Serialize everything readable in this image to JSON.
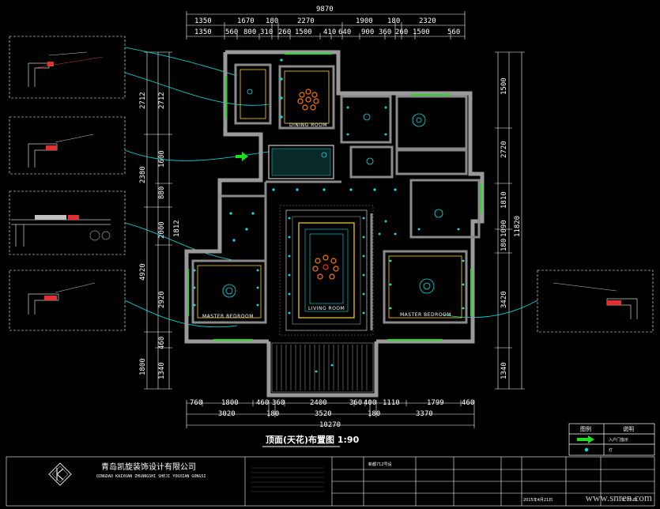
{
  "drawing": {
    "title": "顶面(天花)布置图 1:90",
    "dims_top_total": "9870",
    "dims_top_row1": [
      "1350",
      "1670",
      "180",
      "2270",
      "1900",
      "180",
      "2320"
    ],
    "dims_top_row2": [
      "1350",
      "560",
      "800",
      "310",
      "260",
      "1500",
      "410",
      "640",
      "900",
      "360",
      "260",
      "1500",
      "560"
    ],
    "dims_bottom_row1": [
      "760",
      "1800",
      "460",
      "360",
      "2400",
      "360",
      "400",
      "1110",
      "1799",
      "460"
    ],
    "dims_bottom_row2": [
      "3020",
      "180",
      "3520",
      "180",
      "3370"
    ],
    "dims_bottom_total": "10270",
    "dims_left_outer": [
      "2712",
      "2380",
      "4920",
      "1800"
    ],
    "dims_left_inner": [
      "2712",
      "1600",
      "880",
      "2000",
      "2920",
      "460",
      "1340"
    ],
    "dims_left_small": "1812",
    "dims_right_outer": [
      "1500",
      "2720",
      "1810",
      "1090",
      "180",
      "3420",
      "1340"
    ],
    "dims_right_total": "11820",
    "rooms": {
      "dining": "DINING ROOM",
      "living": "LIVING ROOM",
      "master_left": "MASTER BEDROOM",
      "master_right": "MASTER BEDROOM"
    }
  },
  "legend": {
    "col1": "图例",
    "col2": "说明",
    "row1": "入户门指示",
    "row2": "灯"
  },
  "titleblock": {
    "company": "青岛凯旋装饰设计有限公司",
    "company_en": "QINGDAO KAIXUAN ZHUANGSHI SHEJI YOUXIAN GONGSI",
    "project": "新都712号设",
    "date": "2015年4月21日",
    "sheet": "SL-YF-01"
  },
  "watermark": "www.snren.com",
  "colors": {
    "wall": "#9a9a9a",
    "cyan": "#00e5e5",
    "green": "#22dd22",
    "orange": "#ff7a00",
    "red": "#ff2a2a",
    "yellow": "#ffd800",
    "white": "#ffffff"
  }
}
